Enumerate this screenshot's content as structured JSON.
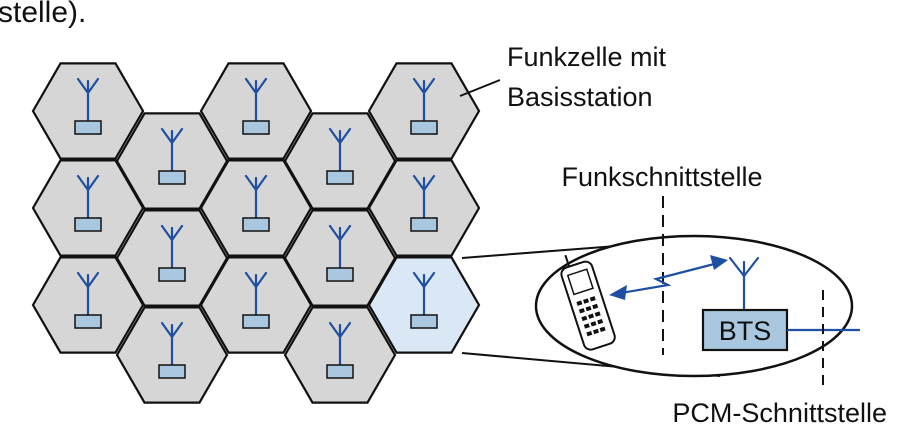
{
  "texts": {
    "top_fragment": "stelle).",
    "cell_label_line1": "Funkzelle mit",
    "cell_label_line2": "Basisstation",
    "radio_interface": "Funkschnittstelle",
    "bts": "BTS",
    "pcm_interface": "PCM-Schnittstelle"
  },
  "cells": [
    {
      "col": 0,
      "row": 0
    },
    {
      "col": 0,
      "row": 1
    },
    {
      "col": 0,
      "row": 2
    },
    {
      "col": 1,
      "row": 0
    },
    {
      "col": 1,
      "row": 1
    },
    {
      "col": 1,
      "row": 2
    },
    {
      "col": 2,
      "row": 0
    },
    {
      "col": 2,
      "row": 1
    },
    {
      "col": 2,
      "row": 2
    },
    {
      "col": 3,
      "row": 0
    },
    {
      "col": 3,
      "row": 1
    },
    {
      "col": 3,
      "row": 2
    },
    {
      "col": 4,
      "row": 0
    },
    {
      "col": 4,
      "row": 1
    },
    {
      "col": 4,
      "row": 2,
      "highlight": true
    }
  ],
  "colors": {
    "cell_fill": "#d6d6d6",
    "cell_highlight": "#d9e8f4",
    "antenna": "#1f4fa0",
    "base_box": "#a9c8e0",
    "outline": "#111111"
  }
}
